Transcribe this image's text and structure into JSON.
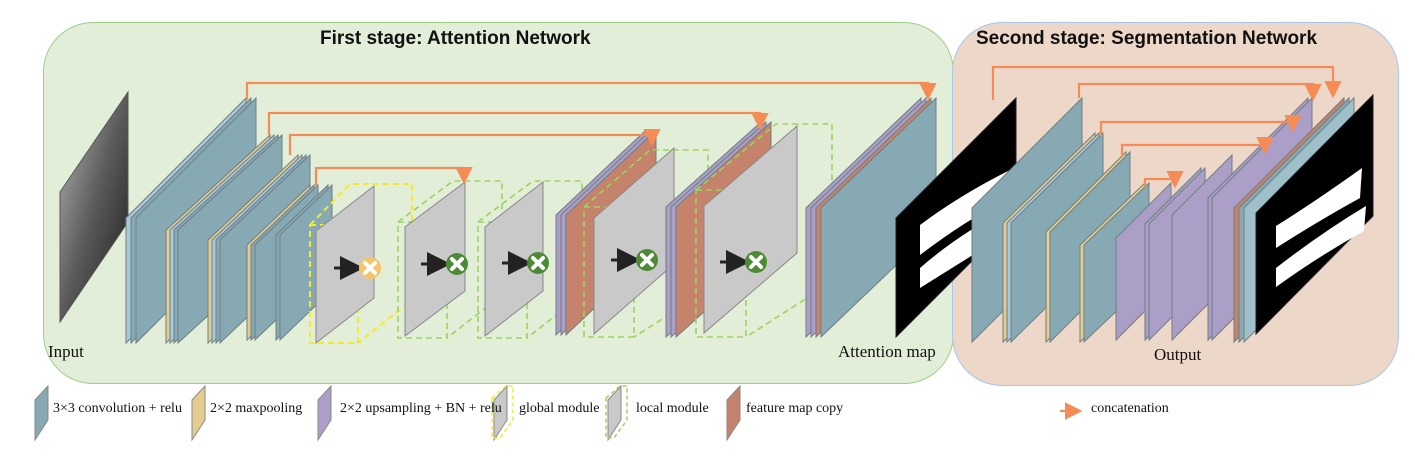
{
  "stages": {
    "first": {
      "title": "First stage: Attention Network"
    },
    "second": {
      "title": "Second stage: Segmentation Network"
    }
  },
  "labels": {
    "input": "Input",
    "attention_map": "Attention map",
    "output": "Output"
  },
  "legend": [
    {
      "icon": "conv-layer-icon",
      "label": "3×3 convolution + relu",
      "color": "#87a9b4"
    },
    {
      "icon": "maxpool-layer-icon",
      "label": "2×2 maxpooling",
      "color": "#e2cc8e"
    },
    {
      "icon": "upsample-layer-icon",
      "label": "2×2 upsampling + BN + relu",
      "color": "#ab9fc7"
    },
    {
      "icon": "global-module-icon",
      "label": "global module",
      "color": "#f5ea2a"
    },
    {
      "icon": "local-module-icon",
      "label": "local module",
      "color": "#9ad65e"
    },
    {
      "icon": "feature-copy-icon",
      "label": "feature map copy",
      "color": "#c4836a"
    },
    {
      "icon": "concat-arrow-icon",
      "label": "concatenation",
      "color": "#f58b55"
    }
  ],
  "colors": {
    "conv": "#87a9b4",
    "pool": "#e2cc8e",
    "upsample": "#ab9fc7",
    "copy": "#c4836a",
    "module_plane": "#c9c9c9",
    "global_dash": "#f5ea2a",
    "local_dash": "#9ad65e",
    "concat": "#f58b55",
    "multiply_local": "#4d8a35",
    "multiply_global": "#f6c36a"
  }
}
